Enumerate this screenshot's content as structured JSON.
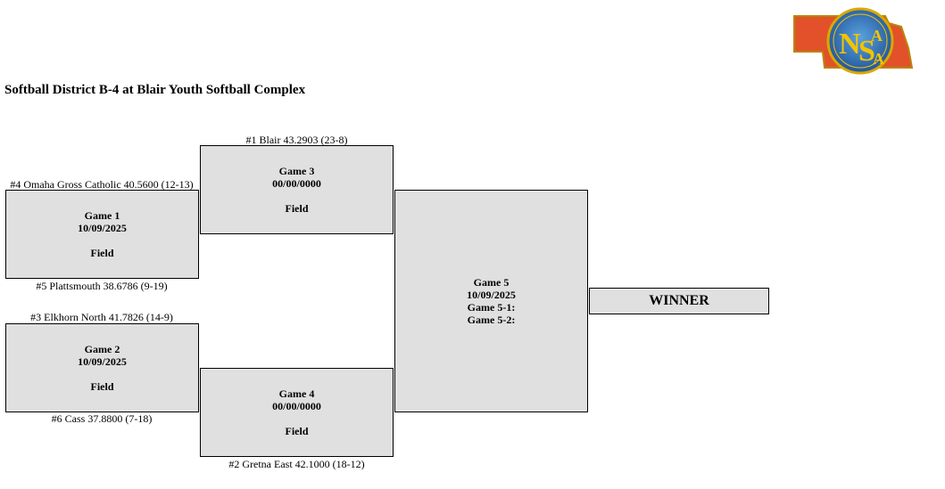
{
  "title": "Softball District B-4 at Blair Youth Softball Complex",
  "logo": {
    "letters": "NSAA"
  },
  "teams": {
    "seed1": "#1 Blair 43.2903 (23-8)",
    "seed4": "#4 Omaha Gross Catholic 40.5600 (12-13)",
    "seed5": "#5 Plattsmouth 38.6786 (9-19)",
    "seed3": "#3 Elkhorn North 41.7826 (14-9)",
    "seed6": "#6 Cass 37.8800 (7-18)",
    "seed2": "#2 Gretna East 42.1000 (18-12)"
  },
  "games": {
    "game1": {
      "name": "Game 1",
      "date": "10/09/2025",
      "field": "Field"
    },
    "game2": {
      "name": "Game 2",
      "date": "10/09/2025",
      "field": "Field"
    },
    "game3": {
      "name": "Game 3",
      "date": "00/00/0000",
      "field": "Field"
    },
    "game4": {
      "name": "Game 4",
      "date": "00/00/0000",
      "field": "Field"
    },
    "game5": {
      "name": "Game 5",
      "date": "10/09/2025",
      "line1": "Game 5-1:",
      "line2": "Game 5-2:"
    }
  },
  "winner": "WINNER",
  "colors": {
    "box_fill": "#e0e0e0",
    "logo_orange": "#e2512a",
    "logo_blue": "#2a6fb4",
    "logo_gold": "#f2c300"
  }
}
